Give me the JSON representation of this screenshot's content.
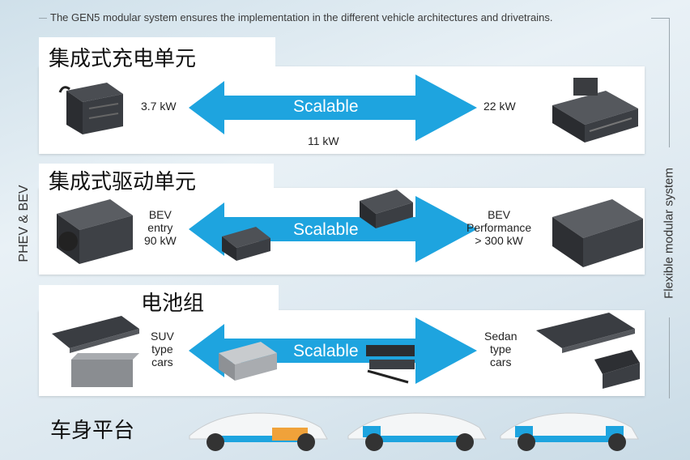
{
  "caption": "The GEN5 modular system ensures the implementation in the different vehicle architectures and drivetrains.",
  "side_left": "PHEV & BEV",
  "side_right": "Flexible modular system",
  "arrow_color": "#1ea4df",
  "panels": [
    {
      "title": "集成式充电单元",
      "scalable": "Scalable",
      "left": "3.7 kW",
      "mid": "11 kW",
      "right": "22 kW"
    },
    {
      "title": "集成式驱动单元",
      "scalable": "Scalable",
      "left": "BEV\nentry\n90 kW",
      "right": "BEV\nPerformance\n> 300 kW"
    },
    {
      "title": "电池组",
      "scalable": "Scalable",
      "left": "SUV\ntype\ncars",
      "right": "Sedan\ntype\ncars"
    }
  ],
  "body_platform": {
    "title": "车身平台"
  }
}
